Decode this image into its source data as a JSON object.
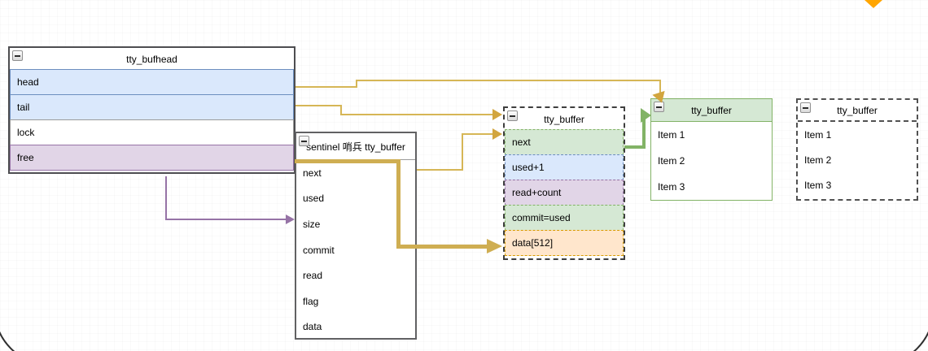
{
  "boxes": {
    "bufhead": {
      "title": "tty_bufhead",
      "rows": [
        {
          "label": "head"
        },
        {
          "label": "tail"
        },
        {
          "label": "lock"
        },
        {
          "label": "free"
        }
      ]
    },
    "sentinel": {
      "title": "sentinel 哨兵 tty_buffer",
      "rows": [
        {
          "label": "next"
        },
        {
          "label": "used"
        },
        {
          "label": "size"
        },
        {
          "label": "commit"
        },
        {
          "label": "read"
        },
        {
          "label": "flag"
        },
        {
          "label": "data"
        }
      ]
    },
    "buffer_mid": {
      "title": "tty_buffer",
      "rows": [
        {
          "label": "next"
        },
        {
          "label": "used+1"
        },
        {
          "label": "read+count"
        },
        {
          "label": "commit=used"
        },
        {
          "label": "data[512]"
        }
      ]
    },
    "buffer_green": {
      "title": "tty_buffer",
      "rows": [
        {
          "label": "Item 1"
        },
        {
          "label": "Item 2"
        },
        {
          "label": "Item 3"
        }
      ]
    },
    "buffer_ghost": {
      "title": "tty_buffer",
      "rows": [
        {
          "label": "Item 1"
        },
        {
          "label": "Item 2"
        },
        {
          "label": "Item 3"
        }
      ]
    }
  },
  "colors": {
    "blue_fill": "#dae8fc",
    "blue_stroke": "#6c8ebf",
    "green_fill": "#d5e8d4",
    "green_stroke": "#82b366",
    "purple_fill": "#e1d5e7",
    "purple_stroke": "#9673a6",
    "orange_fill": "#ffe6cc",
    "orange_stroke": "#d79b00",
    "gold_edge": "#d6b656",
    "orange_marker": "#ffa500"
  }
}
